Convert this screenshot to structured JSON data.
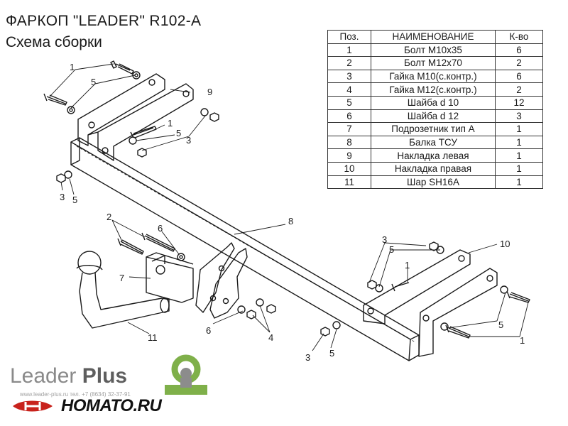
{
  "header": {
    "title": "ФАРКОП \"LEADER\"  R102-A",
    "subtitle": "Схема сборки"
  },
  "parts_table": {
    "headers": [
      "Поз.",
      "НАИМЕНОВАНИЕ",
      "К-во"
    ],
    "rows": [
      [
        "1",
        "Болт М10х35",
        "6"
      ],
      [
        "2",
        "Болт М12х70",
        "2"
      ],
      [
        "3",
        "Гайка  М10(с.контр.)",
        "6"
      ],
      [
        "4",
        "Гайка М12(с.контр.)",
        "2"
      ],
      [
        "5",
        "Шайба d 10",
        "12"
      ],
      [
        "6",
        "Шайба d 12",
        "3"
      ],
      [
        "7",
        "Подрозетник тип А",
        "1"
      ],
      [
        "8",
        "Балка ТСУ",
        "1"
      ],
      [
        "9",
        "Накладка левая",
        "1"
      ],
      [
        "10",
        "Накладка правая",
        "1"
      ],
      [
        "11",
        "Шар SH16A",
        "1"
      ]
    ]
  },
  "callouts": [
    "1",
    "5",
    "9",
    "1",
    "5",
    "3",
    "3",
    "5",
    "2",
    "6",
    "7",
    "11",
    "8",
    "3",
    "5",
    "1",
    "10",
    "5",
    "1",
    "6",
    "4",
    "3",
    "5"
  ],
  "branding": {
    "logo_word": "Leader",
    "logo_word_bold": "Plus",
    "contact": "www.leader-plus.ru  тел. +7 (8634) 32-37-91",
    "shop": "HOMATO.RU"
  },
  "colors": {
    "line": "#1a1a1a",
    "logo_gray": "#8a8a8a",
    "logo_green": "#7fb04a",
    "shop_red": "#c8221c"
  },
  "icons": [
    "tow-ball-logo-icon",
    "car-badge-icon"
  ]
}
